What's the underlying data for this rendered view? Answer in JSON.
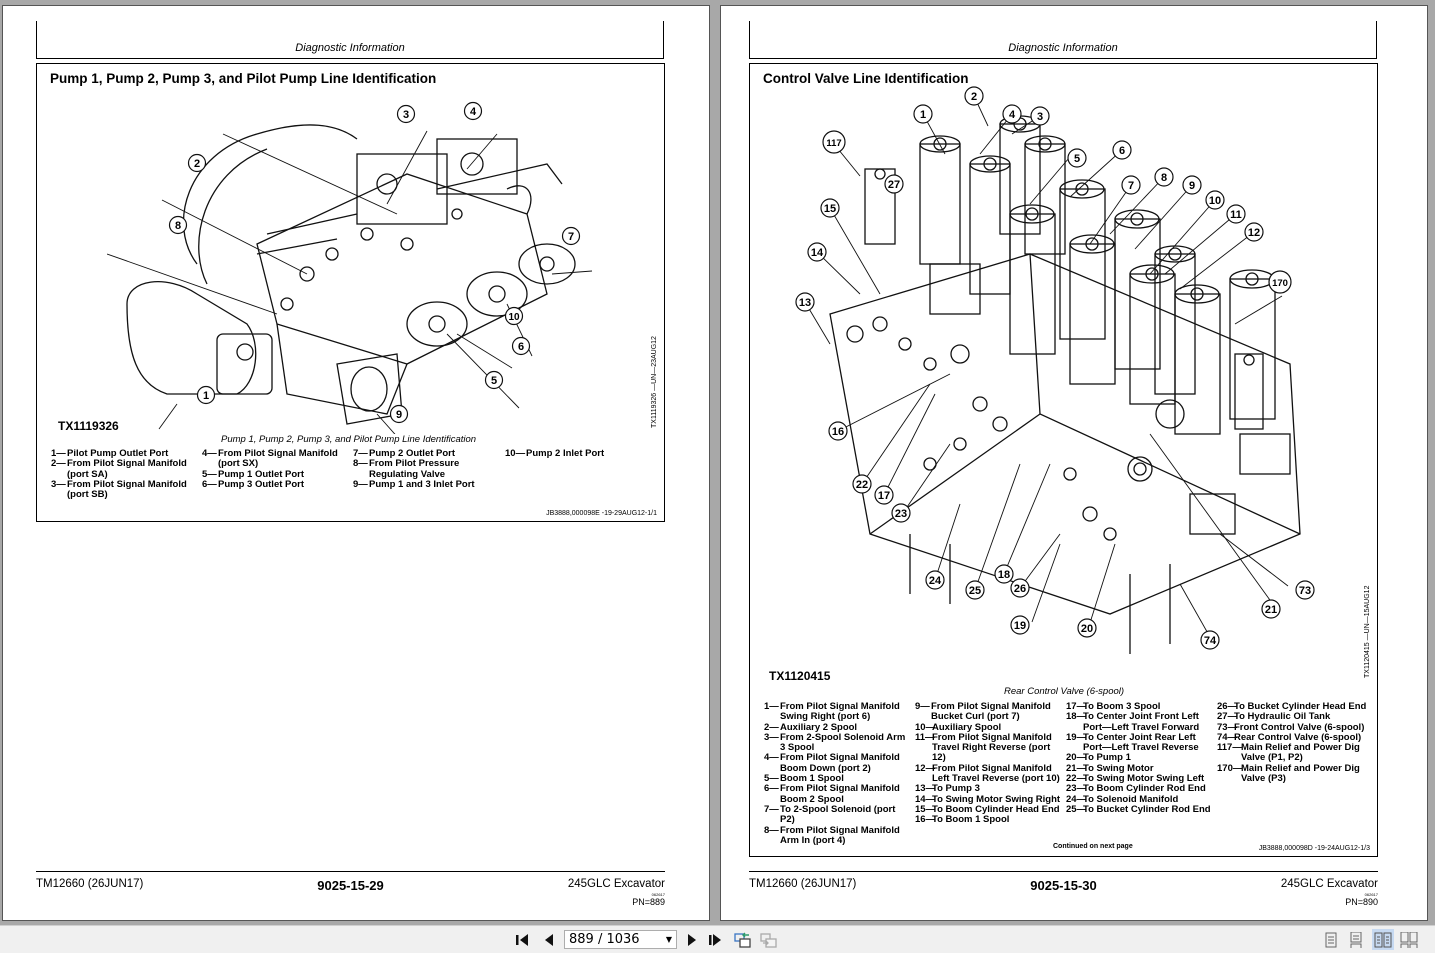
{
  "viewer": {
    "page_indicator": "889 / 1036",
    "toolbar": {
      "first_page": "first-page",
      "prev_page": "previous-page",
      "next_page": "next-page",
      "last_page": "last-page",
      "back": "go-back",
      "forward": "go-forward",
      "view_modes": [
        "single-page",
        "single-page-continuous",
        "two-page",
        "two-page-continuous"
      ],
      "active_view_mode": "two-page"
    }
  },
  "pages": [
    {
      "header": "Diagnostic Information",
      "title": "Pump 1, Pump 2, Pump 3, and Pilot Pump Line Identification",
      "figure_id": "TX1119326",
      "figure_side_ref": "TX1119326 —UN—23AUG12",
      "caption": "Pump 1, Pump 2, Pump 3, and Pilot Pump Line Identification",
      "callouts": [
        "1",
        "2",
        "3",
        "4",
        "5",
        "6",
        "7",
        "8",
        "9",
        "10"
      ],
      "legend": [
        [
          {
            "n": "1—",
            "t": "Pilot Pump Outlet Port"
          },
          {
            "n": "2—",
            "t": "From Pilot Signal Manifold (port SA)"
          },
          {
            "n": "3—",
            "t": "From Pilot Signal Manifold (port SB)"
          }
        ],
        [
          {
            "n": "4—",
            "t": "From Pilot Signal Manifold (port SX)"
          },
          {
            "n": "5—",
            "t": "Pump 1 Outlet Port"
          },
          {
            "n": "6—",
            "t": "Pump 3 Outlet Port"
          }
        ],
        [
          {
            "n": "7—",
            "t": "Pump 2 Outlet Port"
          },
          {
            "n": "8—",
            "t": "From Pilot Pressure Regulating Valve"
          },
          {
            "n": "9—",
            "t": "Pump 1 and 3 Inlet Port"
          }
        ],
        [
          {
            "n": "10—",
            "t": "Pump 2 Inlet Port"
          }
        ]
      ],
      "ref": "JB3888,000098E -19-29AUG12-1/1",
      "footer": {
        "manual": "TM12660 (26JUN17)",
        "section": "9025-15-29",
        "model": "245GLC Excavator",
        "date_code": "062617",
        "pn": "PN=889"
      }
    },
    {
      "header": "Diagnostic Information",
      "title": "Control Valve Line Identification",
      "figure_id": "TX1120415",
      "figure_side_ref": "TX1120415 —UN—15AUG12",
      "caption": "Rear Control Valve (6-spool)",
      "callouts": [
        "1",
        "2",
        "3",
        "4",
        "5",
        "6",
        "7",
        "8",
        "9",
        "10",
        "11",
        "12",
        "13",
        "14",
        "15",
        "16",
        "17",
        "18",
        "19",
        "20",
        "21",
        "22",
        "23",
        "24",
        "25",
        "26",
        "27",
        "73",
        "74",
        "117",
        "170"
      ],
      "legend": [
        [
          {
            "n": "1—",
            "t": "From Pilot Signal Manifold Swing Right (port 6)"
          },
          {
            "n": "2—",
            "t": "Auxiliary 2 Spool"
          },
          {
            "n": "3—",
            "t": "From 2-Spool Solenoid Arm 3 Spool"
          },
          {
            "n": "4—",
            "t": "From Pilot Signal Manifold Boom Down (port 2)"
          },
          {
            "n": "5—",
            "t": "Boom 1 Spool"
          },
          {
            "n": "6—",
            "t": "From Pilot Signal Manifold Boom 2 Spool"
          },
          {
            "n": "7—",
            "t": "To 2-Spool Solenoid (port P2)"
          },
          {
            "n": "8—",
            "t": "From Pilot Signal Manifold Arm In (port 4)"
          }
        ],
        [
          {
            "n": "9—",
            "t": "From Pilot Signal Manifold Bucket Curl (port 7)"
          },
          {
            "n": "10—",
            "t": "Auxiliary Spool"
          },
          {
            "n": "11—",
            "t": "From Pilot Signal Manifold Travel Right Reverse (port 12)"
          },
          {
            "n": "12—",
            "t": "From Pilot Signal Manifold Left Travel Reverse (port 10)"
          },
          {
            "n": "13—",
            "t": "To Pump 3"
          },
          {
            "n": "14—",
            "t": "To Swing Motor Swing Right"
          },
          {
            "n": "15—",
            "t": "To Boom Cylinder Head End"
          },
          {
            "n": "16—",
            "t": "To Boom 1 Spool"
          }
        ],
        [
          {
            "n": "17—",
            "t": "To Boom 3 Spool"
          },
          {
            "n": "18—",
            "t": "To Center Joint Front Left Port—Left Travel Forward"
          },
          {
            "n": "19—",
            "t": "To Center Joint Rear Left Port—Left Travel Reverse"
          },
          {
            "n": "20—",
            "t": "To Pump 1"
          },
          {
            "n": "21—",
            "t": "To Swing Motor"
          },
          {
            "n": "22—",
            "t": "To Swing Motor Swing Left"
          },
          {
            "n": "23—",
            "t": "To Boom Cylinder Rod End"
          },
          {
            "n": "24—",
            "t": "To Solenoid Manifold"
          },
          {
            "n": "25—",
            "t": "To Bucket Cylinder Rod End"
          }
        ],
        [
          {
            "n": "26—",
            "t": "To Bucket Cylinder Head End"
          },
          {
            "n": "27—",
            "t": "To Hydraulic Oil Tank"
          },
          {
            "n": "73—",
            "t": "Front Control Valve (6-spool)"
          },
          {
            "n": "74—",
            "t": "Rear Control Valve (6-spool)"
          },
          {
            "n": "117—",
            "t": "Main Relief and Power Dig Valve (P1, P2)"
          },
          {
            "n": "170—",
            "t": "Main Relief and Power Dig Valve (P3)"
          }
        ]
      ],
      "continued": "Continued on next page",
      "ref": "JB3888,000098D -19-24AUG12-1/3",
      "footer": {
        "manual": "TM12660 (26JUN17)",
        "section": "9025-15-30",
        "model": "245GLC Excavator",
        "date_code": "062617",
        "pn": "PN=890"
      }
    }
  ]
}
